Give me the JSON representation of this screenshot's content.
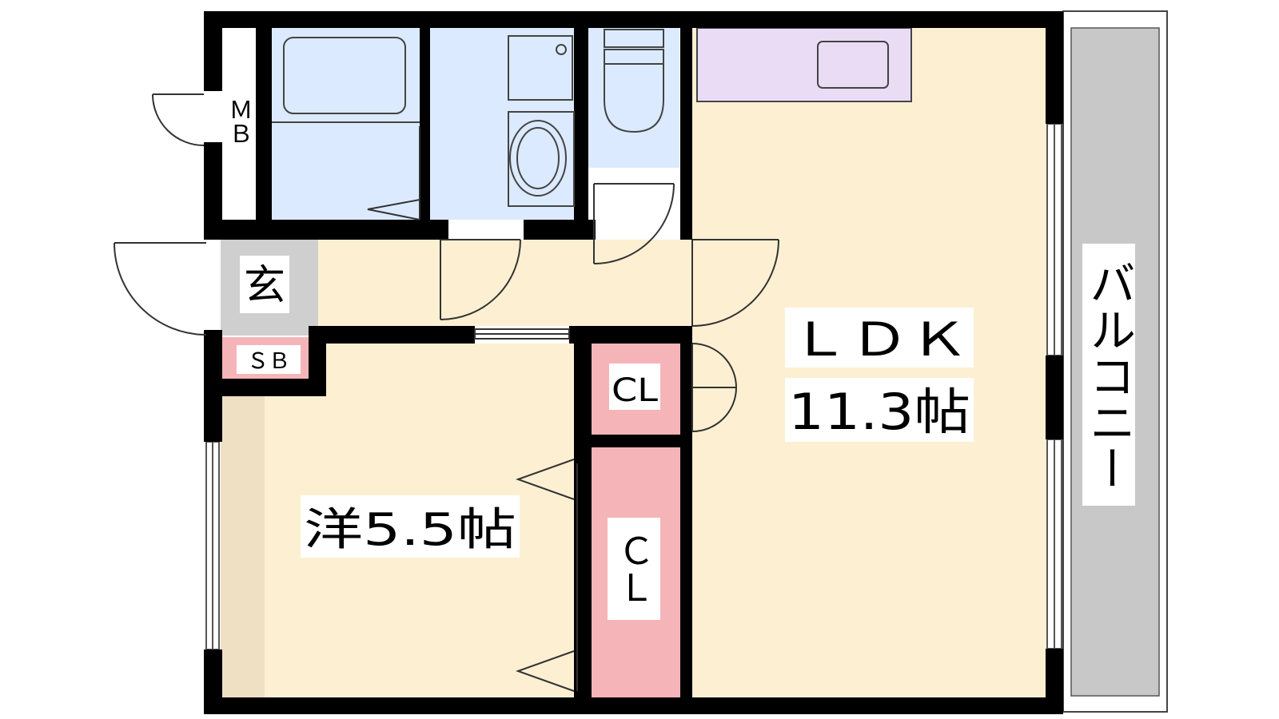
{
  "rooms": {
    "meter_box": "ＭＢ",
    "entrance": "玄",
    "shoe_box": "ＳＢ",
    "closet_small": "CL",
    "closet_large": "ＣＬ",
    "western_room": "洋5.5帖",
    "ldk_name": "ＬＤＫ",
    "ldk_size": "11.3帖",
    "balcony": "バルコニー"
  },
  "colors": {
    "wall": "#000000",
    "wet_area": "#dbeafe",
    "kitchen": "#eadcf5",
    "living": "#fdf0d2",
    "closet": "#f5b5b8",
    "entrance": "#cfcfcf",
    "balcony": "#c8c8c8",
    "flooring_strip": "#efe0c4",
    "label_background": "#ffffff"
  }
}
